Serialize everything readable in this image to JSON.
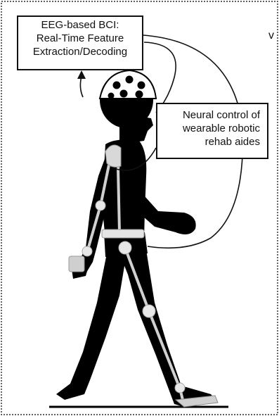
{
  "bci_box": {
    "line1": "EEG-based BCI:",
    "line2": "Real-Time Feature",
    "line3": "Extraction/Decoding"
  },
  "neural_box": {
    "line1": "Neural control of",
    "line2": "wearable robotic",
    "line3": "rehab aides"
  },
  "corner_mark": "v",
  "colors": {
    "silhouette": "#000000",
    "exoskeleton": "#d8d8d8",
    "marker": "#e6e6e6",
    "line": "#111111",
    "frame_dash": "#000000"
  }
}
